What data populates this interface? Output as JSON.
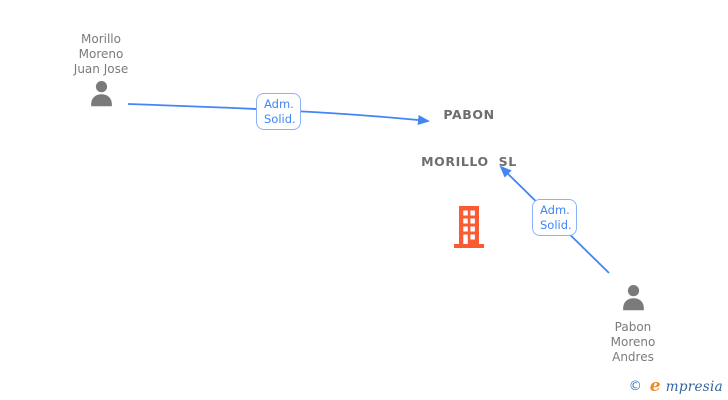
{
  "diagram": {
    "background": "#ffffff",
    "arrow_color": "#4285f4",
    "label_border_color": "#8ab1f8",
    "person_color": "#7a7a7a",
    "building_color": "#fb5b33"
  },
  "nodes": {
    "person1": {
      "type": "person",
      "name": "Morillo Moreno Juan Jose",
      "line1": "Morillo",
      "line2": "Moreno",
      "line3": "Juan Jose"
    },
    "company": {
      "type": "company",
      "name": "PABON MORILLO SL",
      "line1": "PABON",
      "line2": "MORILLO  SL"
    },
    "person2": {
      "type": "person",
      "name": "Pabon Moreno Andres",
      "line1": "Pabon",
      "line2": "Moreno",
      "line3": "Andres"
    }
  },
  "edges": [
    {
      "from": "Morillo Moreno Juan Jose",
      "to": "PABON MORILLO SL",
      "label": "Adm. Solid.",
      "label_line1": "Adm.",
      "label_line2": "Solid."
    },
    {
      "from": "Pabon Moreno Andres",
      "to": "PABON MORILLO SL",
      "label": "Adm. Solid.",
      "label_line1": "Adm.",
      "label_line2": "Solid."
    }
  ],
  "watermark": {
    "copyright": "©",
    "logo_e": "e",
    "logo_rest": "mpresia"
  }
}
